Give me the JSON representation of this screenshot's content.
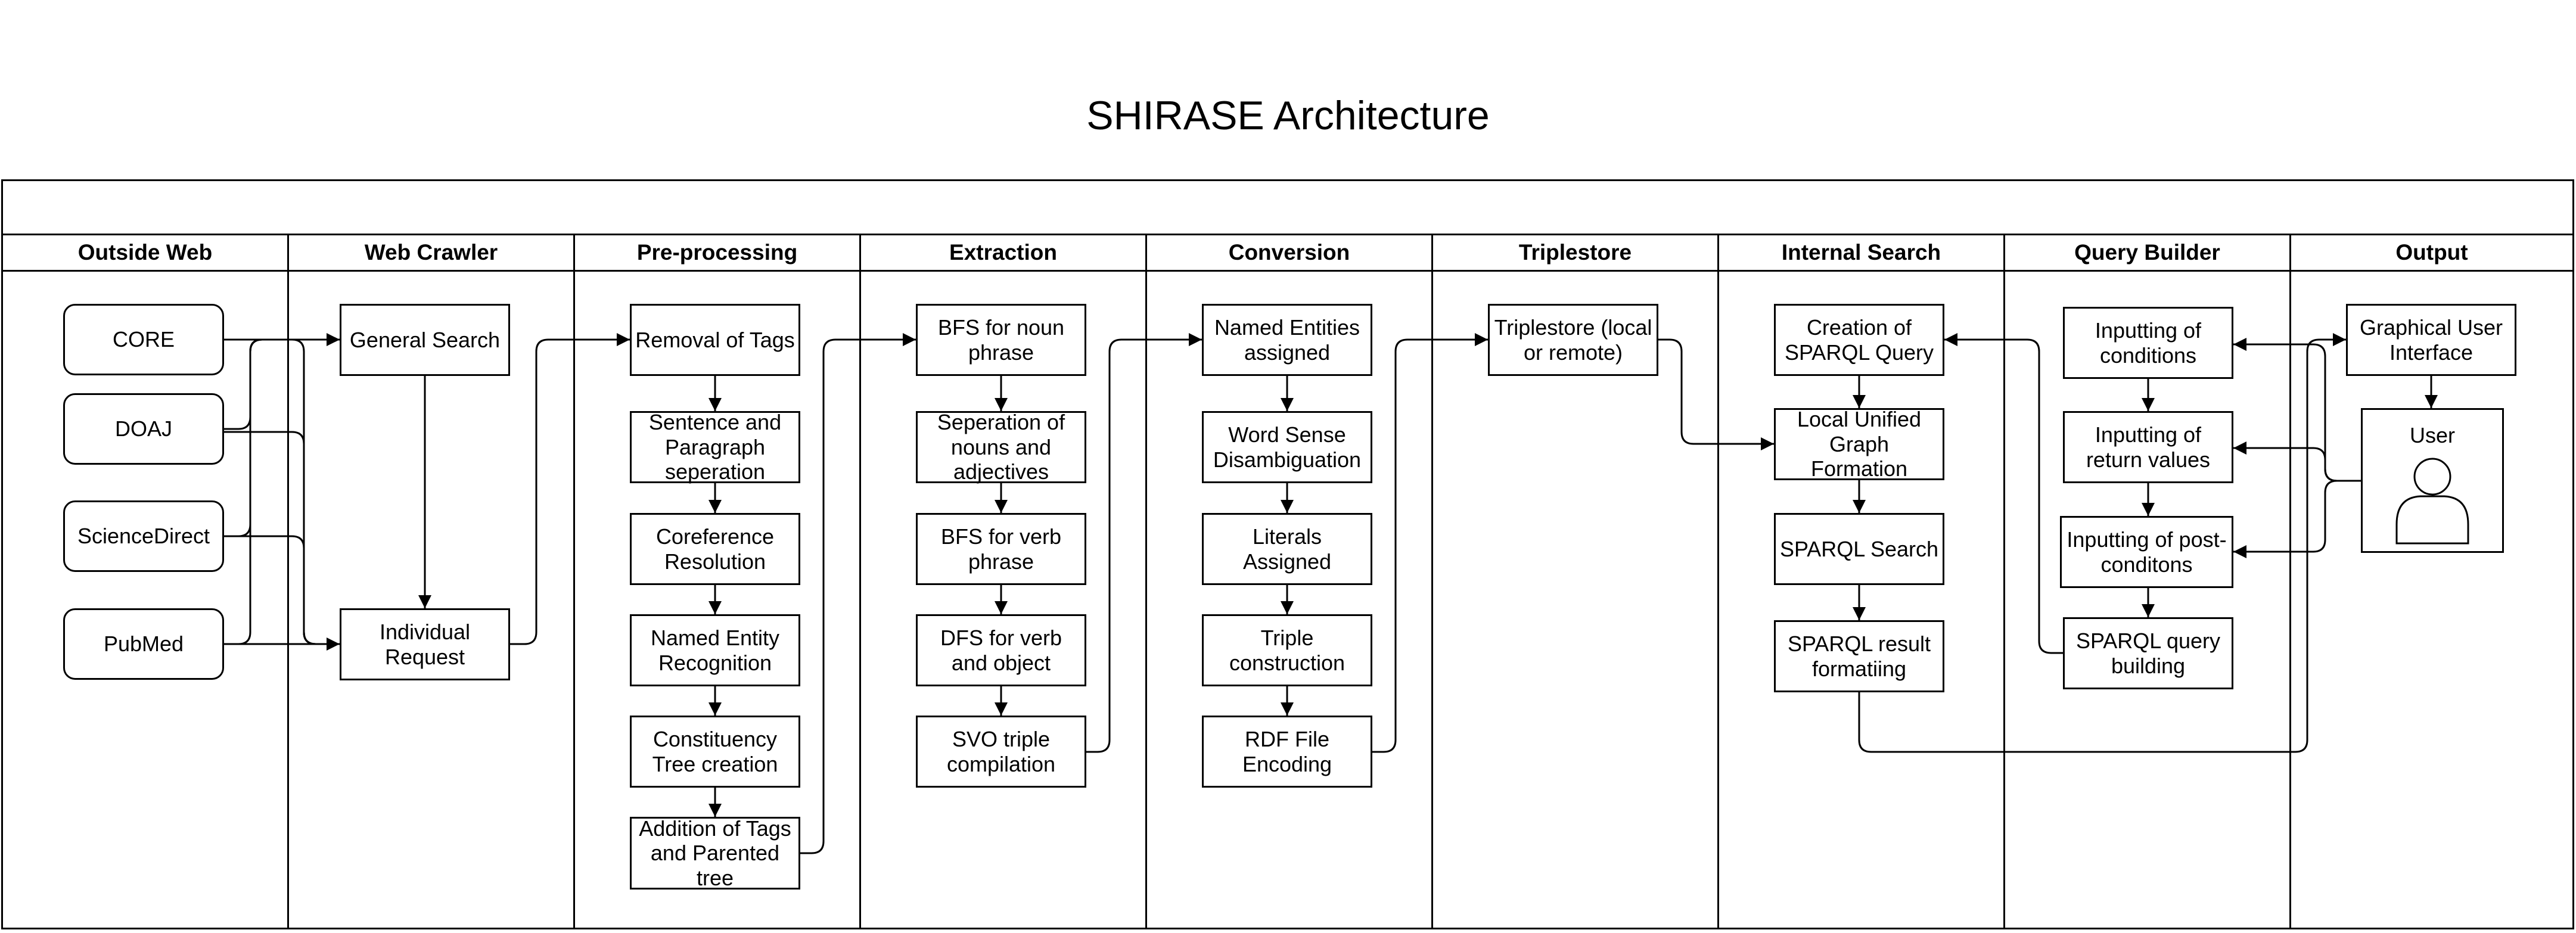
{
  "title": "SHIRASE Architecture",
  "lanes": [
    {
      "label": "Outside Web"
    },
    {
      "label": "Web Crawler"
    },
    {
      "label": "Pre-processing"
    },
    {
      "label": "Extraction"
    },
    {
      "label": "Conversion"
    },
    {
      "label": "Triplestore"
    },
    {
      "label": "Internal Search"
    },
    {
      "label": "Query Builder"
    },
    {
      "label": "Output"
    }
  ],
  "nodes": {
    "core": "CORE",
    "doaj": "DOAJ",
    "sciencedirect": "ScienceDirect",
    "pubmed": "PubMed",
    "general_search": "General Search",
    "individual_request": "Individual Request",
    "removal_tags": "Removal of Tags",
    "sentence_paragraph": "Sentence and Paragraph seperation",
    "coreference": "Coreference Resolution",
    "ner": "Named Entity Recognition",
    "constituency": "Constituency Tree creation",
    "addition_tags": "Addition of Tags and Parented tree",
    "bfs_noun": "BFS for noun phrase",
    "sep_nouns": "Seperation of nouns and adjectives",
    "bfs_verb": "BFS for verb phrase",
    "dfs_verb": "DFS for verb and object",
    "svo": "SVO triple compilation",
    "named_entities": "Named Entities assigned",
    "wsd": "Word Sense Disambiguation",
    "literals": "Literals Assigned",
    "triple_construction": "Triple construction",
    "rdf_encoding": "RDF File Encoding",
    "triplestore": "Triplestore (local or remote)",
    "creation_sparql": "Creation of SPARQL Query",
    "local_unified": "Local Unified Graph Formation",
    "sparql_search": "SPARQL Search",
    "sparql_result": "SPARQL result formatiing",
    "input_conditions": "Inputting of conditions",
    "input_return": "Inputting of return values",
    "input_post": "Inputting of post-conditons",
    "sparql_building": "SPARQL query building",
    "gui": "Graphical User Interface",
    "user": "User"
  }
}
